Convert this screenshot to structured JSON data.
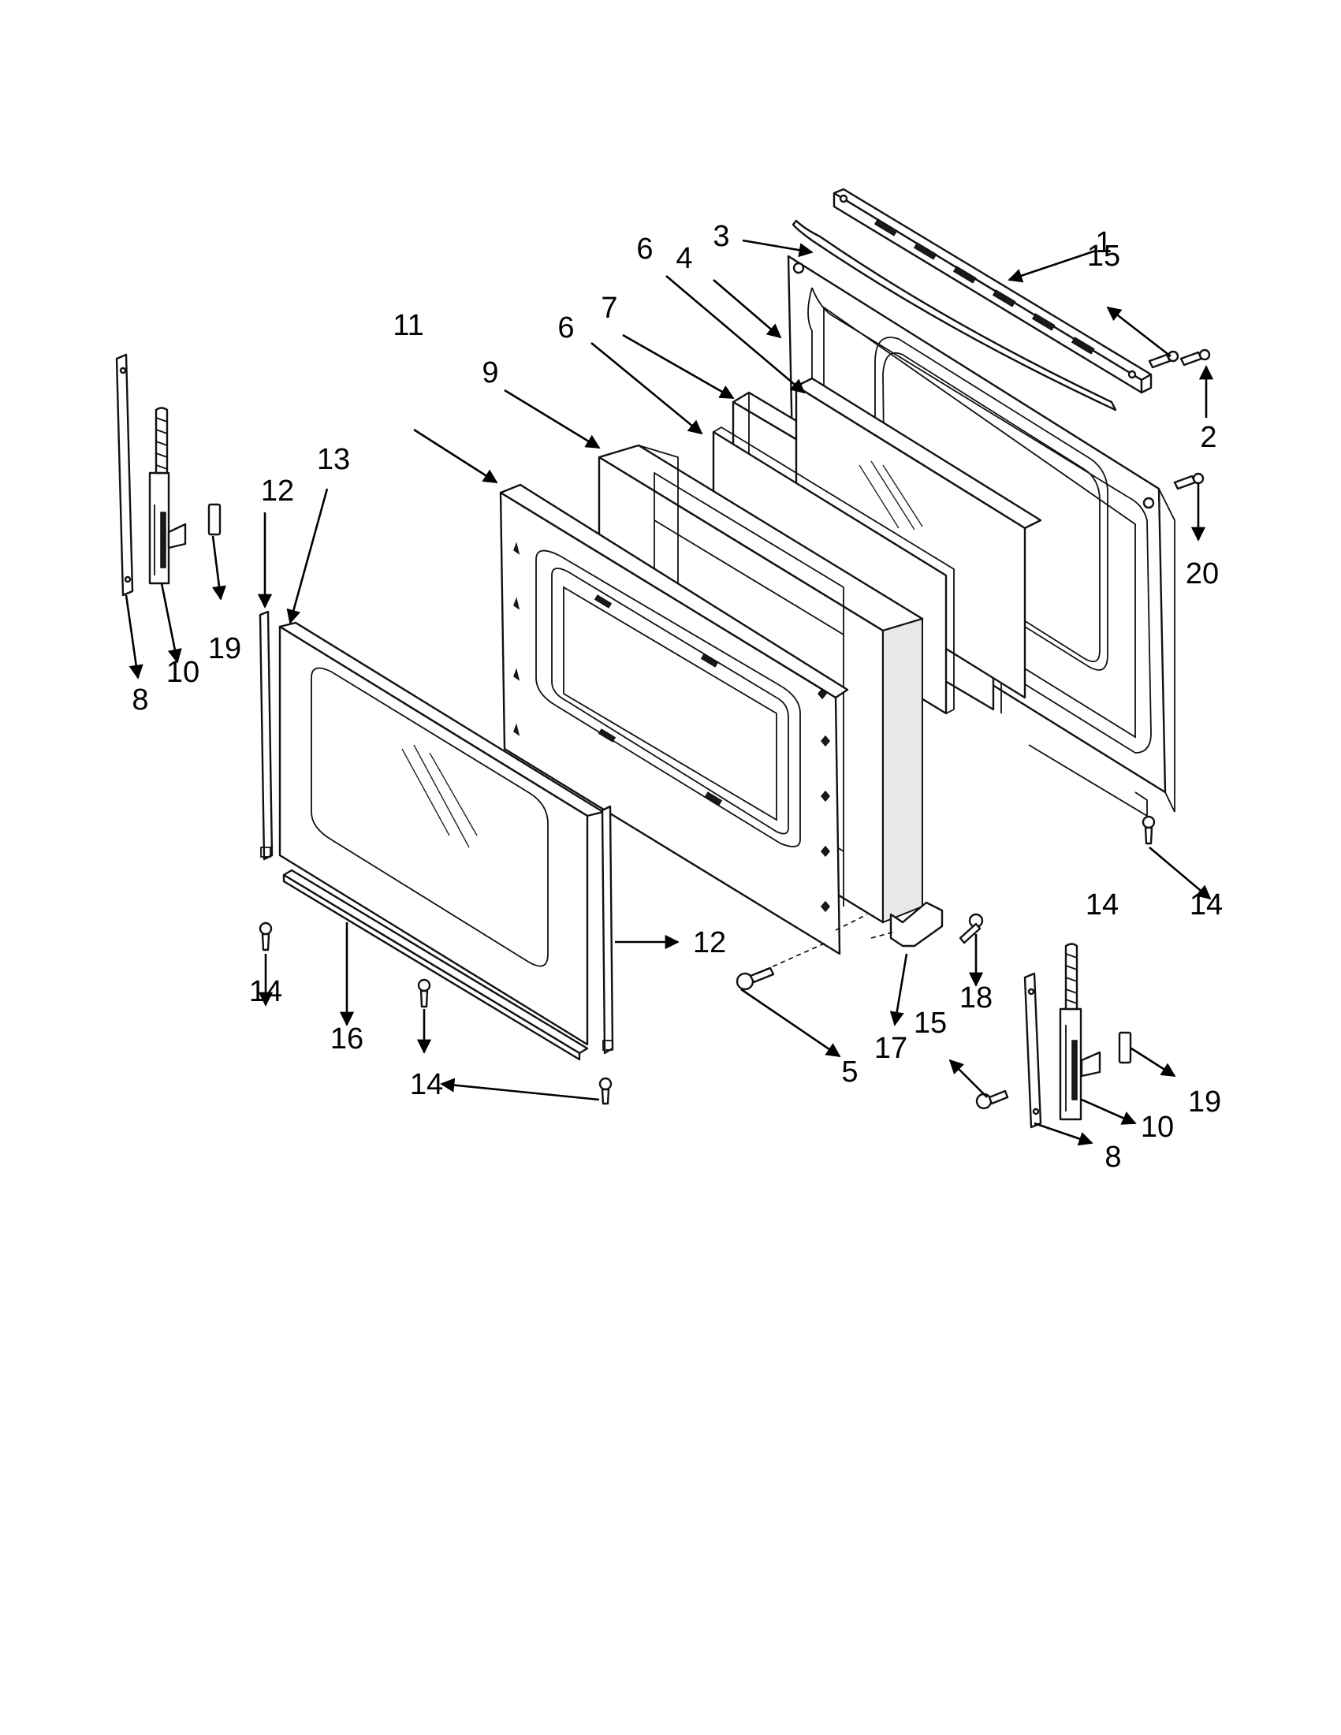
{
  "diagram": {
    "parts": [
      {
        "id": "1",
        "label": "1"
      },
      {
        "id": "2",
        "label": "2"
      },
      {
        "id": "3",
        "label": "3"
      },
      {
        "id": "4",
        "label": "4"
      },
      {
        "id": "5",
        "label": "5"
      },
      {
        "id": "6a",
        "label": "6"
      },
      {
        "id": "6b",
        "label": "6"
      },
      {
        "id": "7",
        "label": "7"
      },
      {
        "id": "8a",
        "label": "8"
      },
      {
        "id": "8b",
        "label": "8"
      },
      {
        "id": "9",
        "label": "9"
      },
      {
        "id": "10a",
        "label": "10"
      },
      {
        "id": "10b",
        "label": "10"
      },
      {
        "id": "11",
        "label": "11"
      },
      {
        "id": "12a",
        "label": "12"
      },
      {
        "id": "12b",
        "label": "12"
      },
      {
        "id": "13",
        "label": "13"
      },
      {
        "id": "14a",
        "label": "14"
      },
      {
        "id": "14b",
        "label": "14"
      },
      {
        "id": "14c",
        "label": "14"
      },
      {
        "id": "14d",
        "label": "14"
      },
      {
        "id": "15a",
        "label": "15"
      },
      {
        "id": "15b",
        "label": "15"
      },
      {
        "id": "16",
        "label": "16"
      },
      {
        "id": "17",
        "label": "17"
      },
      {
        "id": "18",
        "label": "18"
      },
      {
        "id": "19a",
        "label": "19"
      },
      {
        "id": "19b",
        "label": "19"
      },
      {
        "id": "20",
        "label": "20"
      }
    ]
  }
}
